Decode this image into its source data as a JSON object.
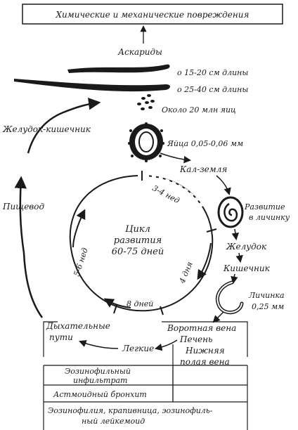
{
  "top_box": "Химические и механические повреждения",
  "ascaris": {
    "title": "Аскариды",
    "female": "о 15-20 см длины",
    "male": "о 25-40 см длины",
    "eggs_count": "Около 20 млн яиц"
  },
  "egg": "Яйца 0,05-0,06 мм",
  "soil": "Кал-земля",
  "development": [
    "Развитие",
    "в личинку"
  ],
  "stomach_right": "Желудок",
  "intestine": "Кишечник",
  "larva": [
    "Личинка",
    "0,25 мм"
  ],
  "portal_vein": "Воротная вена",
  "liver": "Печень",
  "vena_cava": [
    "Нижняя",
    "полая вена"
  ],
  "lungs": "Легкие",
  "airways": [
    "Дыхательные",
    "пути"
  ],
  "esophagus": "Пищевод",
  "gut_left": "Желудок-кишечник",
  "cycle": [
    "Цикл",
    "развития",
    "60-75 дней"
  ],
  "weeks_3_4": "3-4 нед",
  "days_4": "4 дня",
  "days_8": "8 дней",
  "weeks_5_6": "5-6 нед",
  "table": [
    [
      "Эозинофильный",
      "инфильтрат"
    ],
    [
      "Астмоидный бронхит"
    ],
    [
      "Эозинофилия, крапивница, эозинофиль-",
      "ный лейкемоид"
    ]
  ]
}
